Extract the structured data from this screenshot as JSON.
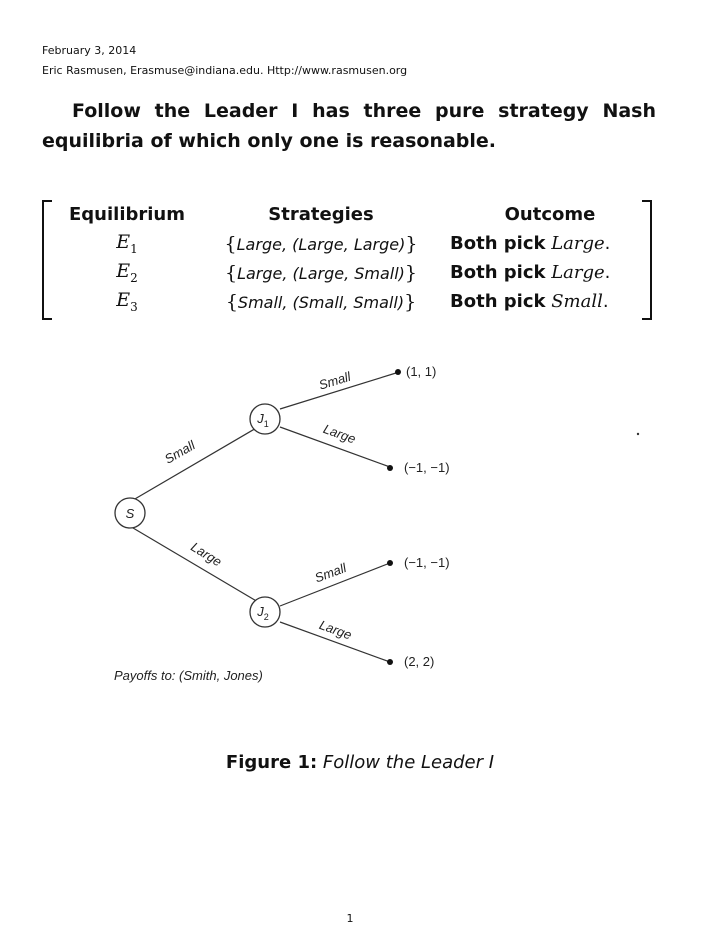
{
  "header": {
    "date": "February 3, 2014",
    "author_line": "Eric Rasmusen, Erasmuse@indiana.edu. Http://www.rasmusen.org"
  },
  "statement": {
    "line1": "Follow the Leader I has three pure strategy Nash",
    "line2": "equilibria of which only one is reasonable."
  },
  "table": {
    "headers": [
      "Equilibrium",
      "Strategies",
      "Outcome"
    ],
    "rows": [
      {
        "eq": "E",
        "sub": "1",
        "strategy": "Large, (Large, Large)",
        "outcome_label": "Both pick",
        "outcome_action": "Large"
      },
      {
        "eq": "E",
        "sub": "2",
        "strategy": "Large, (Large, Small)",
        "outcome_label": "Both pick",
        "outcome_action": "Large"
      },
      {
        "eq": "E",
        "sub": "3",
        "strategy": "Small, (Small, Small)",
        "outcome_label": "Both pick",
        "outcome_action": "Small"
      }
    ]
  },
  "tree": {
    "root": "S",
    "j1": "J",
    "j1_sub": "1",
    "j2": "J",
    "j2_sub": "2",
    "edge_small": "Small",
    "edge_large": "Large",
    "payoffs": [
      "(1, 1)",
      "(−1, −1)",
      "(−1, −1)",
      "(2, 2)"
    ],
    "note": "Payoffs to: (Smith, Jones)"
  },
  "caption": {
    "label": "Figure 1:",
    "text": "Follow the Leader I"
  },
  "page_number": "1"
}
